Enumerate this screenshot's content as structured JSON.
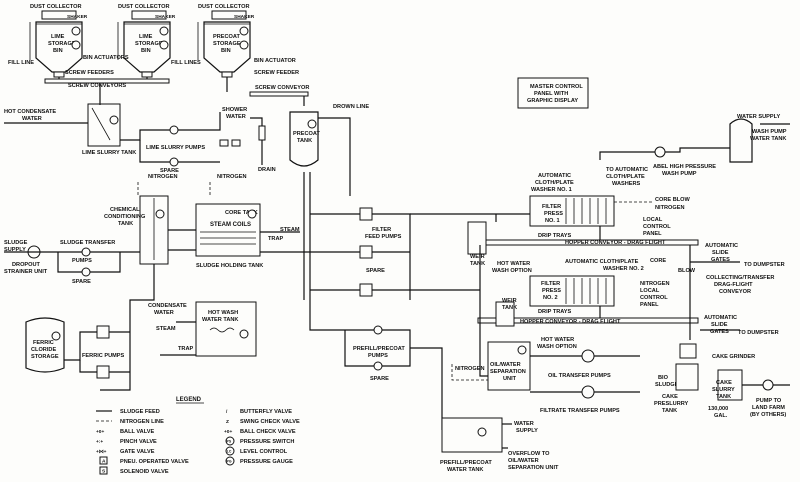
{
  "labels": {
    "dust_collector_1": "DUST COLLECTOR",
    "dust_collector_2": "DUST COLLECTOR",
    "dust_collector_3": "DUST COLLECTOR",
    "shaker_1": "SHAKER",
    "shaker_2": "SHAKER",
    "shaker_3": "SHAKER",
    "lime_storage_bin_1": "LIME",
    "lime_storage_bin_2": "STORAGE",
    "lime_storage_bin_3": "BIN",
    "lime_storage_bin_b1": "LIME",
    "lime_storage_bin_b2": "STORAGE",
    "lime_storage_bin_b3": "BIN",
    "precoat_storage_bin_1": "PRECOAT",
    "precoat_storage_bin_2": "STORAGE",
    "precoat_storage_bin_3": "BIN",
    "fill_line": "FILL LINE",
    "fill_lines": "FILL LINES",
    "bin_actuators_1": "BIN ACTUATORS",
    "bin_actuators_2": "BIN ACTUATOR",
    "screw_feeders": "SCREW FEEDERS",
    "screw_feeder": "SCREW FEEDER",
    "screw_conveyors": "SCREW CONVEYORS",
    "screw_conveyor": "SCREW CONVEYOR",
    "master_control_1": "MASTER CONTROL",
    "master_control_2": "PANEL WITH",
    "master_control_3": "GRAPHIC DISPLAY",
    "hot_condensate_1": "HOT CONDENSATE",
    "hot_condensate_2": "WATER",
    "lime_slurry_tank": "LIME SLURRY TANK",
    "lime_slurry_pumps": "LIME SLURRY PUMPS",
    "spare_1": "SPARE",
    "shower_water_1": "SHOWER",
    "shower_water_2": "WATER",
    "drown_line": "DROWN LINE",
    "precoat_tank_1": "PRECOAT",
    "precoat_tank_2": "TANK",
    "drain": "DRAIN",
    "nitrogen_1": "NITROGEN",
    "nitrogen_2": "NITROGEN",
    "nitrogen_3": "NITROGEN",
    "nitrogen_4": "NITROGEN",
    "core_tank": "CORE TANK",
    "steam_coils": "STEAM COILS",
    "steam_1": "STEAM",
    "trap_1": "TRAP",
    "chemical_1": "CHEMICAL",
    "chemical_2": "CONDITIONING",
    "chemical_3": "TANK",
    "sludge_holding_tank": "SLUDGE HOLDING TANK",
    "sludge_supply_1": "SLUDGE",
    "sludge_supply_2": "SUPPLY",
    "sludge_transfer_1": "SLUDGE TRANSFER",
    "sludge_transfer_2": "PUMPS",
    "spare_2": "SPARE",
    "dropout_1": "DROPOUT",
    "dropout_2": "STRAINER UNIT",
    "filter_feed_1": "FILTER",
    "filter_feed_2": "FEED PUMPS",
    "spare_3": "SPARE",
    "water_supply_1": "WATER SUPPLY",
    "wash_pump_1": "WASH PUMP",
    "wash_pump_2": "WATER TANK",
    "to_auto_1": "TO AUTOMATIC",
    "to_auto_2": "CLOTH/PLATE",
    "to_auto_3": "WASHERS",
    "abel_pump": "ABEL HIGH PRESSURE",
    "abel_pump_2": "WASH PUMP",
    "auto_washer_1": "AUTOMATIC",
    "auto_washer_2": "CLOTH/PLATE",
    "auto_washer_3": "WASHER NO. 1",
    "filter_press_1a": "FILTER",
    "filter_press_1b": "PRESS",
    "filter_press_1c": "NO. 1",
    "core_blow_1": "CORE BLOW",
    "nitrogen_5": "NITROGEN",
    "local_control_1": "LOCAL",
    "local_control_2": "CONTROL",
    "local_control_3": "PANEL",
    "drip_trays_1": "DRIP TRAYS",
    "hopper_conveyor_1": "HOPPER CONVEYOR - DRAG FLIGHT",
    "auto_slide_1": "AUTOMATIC",
    "auto_slide_2": "SLIDE",
    "auto_slide_3": "GATES",
    "to_dumpster_1": "TO DUMPSTER",
    "weir_tank_1": "WEIR",
    "weir_tank_2": "TANK",
    "hot_water_1": "HOT WATER",
    "hot_water_2": "WASH OPTION",
    "auto_washer2_1": "AUTOMATIC CLOTH/PLATE",
    "auto_washer2_2": "WASHER NO. 2",
    "core_blow_2": "CORE",
    "core_blow_3": "BLOW",
    "nitrogen_6": "NITROGEN",
    "filter_press_2a": "FILTER",
    "filter_press_2b": "PRESS",
    "filter_press_2c": "NO. 2",
    "local_control_4": "LOCAL",
    "local_control_5": "CONTROL",
    "local_control_6": "PANEL",
    "collecting_1": "COLLECTING/TRANSFER",
    "collecting_2": "DRAG-FLIGHT",
    "collecting_3": "CONVEYOR",
    "drip_trays_2": "DRIP TRAYS",
    "hopper_conveyor_2": "HOPPER CONVEYOR - DRAG FLIGHT",
    "auto_slide_4": "AUTOMATIC",
    "auto_slide_5": "SLIDE",
    "auto_slide_6": "GATES",
    "to_dumpster_2": "TO DUMPSTER",
    "weir_tank_3": "WEIR",
    "weir_tank_4": "TANK",
    "hot_water_3": "HOT WATER",
    "hot_water_4": "WASH OPTION",
    "cake_grinder": "CAKE GRINDER",
    "condensate_1": "CONDENSATE",
    "condensate_2": "WATER",
    "hot_wash_1": "HOT WASH",
    "hot_wash_2": "WATER TANK",
    "steam_2": "STEAM",
    "trap_2": "TRAP",
    "ferric_1": "FERRIC",
    "ferric_2": "CLORIDE",
    "ferric_3": "STORAGE",
    "ferric_pumps": "FERRIC PUMPS",
    "prefill_1": "PREFILL/PRECOAT",
    "prefill_2": "PUMPS",
    "spare_4": "SPARE",
    "oil_water_1": "OIL/WATER",
    "oil_water_2": "SEPARATION",
    "oil_water_3": "UNIT",
    "oil_transfer": "OIL TRANSFER PUMPS",
    "filtrate_transfer": "FILTRATE TRANSFER PUMPS",
    "bio_1": "BIO",
    "bio_2": "SLUDGE",
    "cake_presl_1": "CAKE",
    "cake_presl_2": "PRESLURRY",
    "cake_presl_3": "TANK",
    "cake_slurry_1": "CAKE",
    "cake_slurry_2": "SLURRY",
    "cake_slurry_3": "TANK",
    "cake_slurry_4": "130,000",
    "cake_slurry_5": "GAL.",
    "pump_land_1": "PUMP TO",
    "pump_land_2": "LAND FARM",
    "pump_land_3": "(BY OTHERS)",
    "water_supply_2": "WATER",
    "water_supply_3": "SUPPLY",
    "overflow_1": "OVERFLOW TO",
    "overflow_2": "OIL/WATER",
    "overflow_3": "SEPARATION UNIT",
    "prefill_tank_1": "PREFILL/PRECOAT",
    "prefill_tank_2": "WATER TANK",
    "lc": "LC",
    "pg": "PG",
    "ps": "PS"
  },
  "legend": {
    "title": "LEGEND",
    "items": [
      {
        "symbol": "sludge-feed",
        "label": "SLUDGE FEED"
      },
      {
        "symbol": "nitrogen-line",
        "label": "NITROGEN LINE"
      },
      {
        "symbol": "ball-valve",
        "label": "BALL VALVE"
      },
      {
        "symbol": "pinch-valve",
        "label": "PINCH VALVE"
      },
      {
        "symbol": "gate-valve",
        "label": "GATE VALVE"
      },
      {
        "symbol": "pneu-valve",
        "label": "PNEU. OPERATED VALVE"
      },
      {
        "symbol": "solenoid-valve",
        "label": "SOLENOID VALVE"
      },
      {
        "symbol": "butterfly-valve",
        "label": "BUTTERFLY VALVE"
      },
      {
        "symbol": "swing-check-valve",
        "label": "SWING CHECK VALVE"
      },
      {
        "symbol": "ball-check-valve",
        "label": "BALL CHECK VALVE"
      },
      {
        "symbol": "pressure-switch",
        "label": "PRESSURE SWITCH"
      },
      {
        "symbol": "level-control",
        "label": "LEVEL CONTROL"
      },
      {
        "symbol": "pressure-gauge",
        "label": "PRESSURE GAUGE"
      }
    ],
    "symbol_codes": {
      "ball": "+0+",
      "pinch": "+:+",
      "gate": "+⋈+",
      "pneu": "A",
      "solenoid": "S",
      "butterfly": "/",
      "swing": "Z",
      "ballcheck": "+0+",
      "ps": "PS",
      "lc": "LC",
      "pg": "PG"
    }
  }
}
